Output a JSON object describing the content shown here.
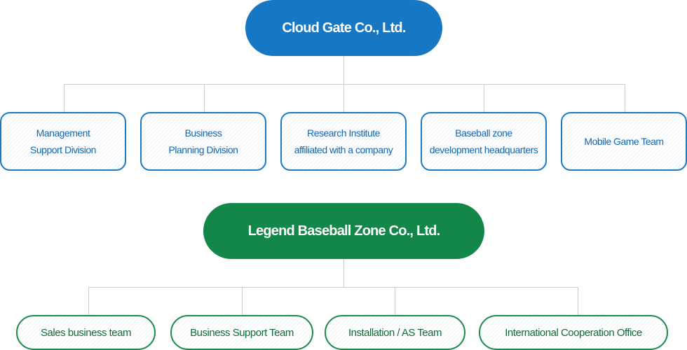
{
  "colors": {
    "top_accent": "#1677c4",
    "bottom_accent": "#13864a",
    "connector": "#cccccc"
  },
  "top_org": {
    "title": "Cloud Gate Co., Ltd.",
    "divisions": [
      "Management\nSupport Division",
      "Business\nPlanning Division",
      "Research Institute\naffiliated with a company",
      "Baseball zone\ndevelopment headquarters",
      "Mobile Game Team"
    ]
  },
  "bottom_org": {
    "title": "Legend Baseball Zone Co., Ltd.",
    "teams": [
      "Sales business team",
      "Business Support Team",
      "Installation / AS Team",
      "International Cooperation Office"
    ]
  }
}
